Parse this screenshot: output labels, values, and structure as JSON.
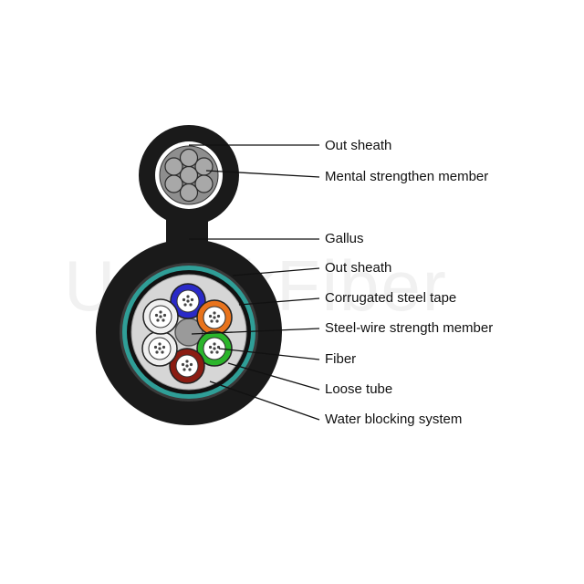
{
  "watermark": "UnitekFiber",
  "callouts": [
    {
      "id": "out-sheath-top",
      "label": "Out sheath"
    },
    {
      "id": "metal-strength-member",
      "label": "Mental strengthen member"
    },
    {
      "id": "gallus",
      "label": "Gallus"
    },
    {
      "id": "out-sheath",
      "label": "Out sheath"
    },
    {
      "id": "corrugated-steel-tape",
      "label": "Corrugated steel tape"
    },
    {
      "id": "steel-wire-strength-member",
      "label": "Steel-wire strength member"
    },
    {
      "id": "fiber",
      "label": "Fiber"
    },
    {
      "id": "loose-tube",
      "label": "Loose tube"
    },
    {
      "id": "water-blocking-system",
      "label": "Water blocking system"
    }
  ],
  "colors": {
    "sheath": "#1a1a1a",
    "armor_ring": "#2f9e97",
    "filler": "#d6d6d6",
    "tube_blue": "#2a2ac8",
    "tube_orange": "#e8731c",
    "tube_green": "#2bb52b",
    "tube_brown": "#8b1c12",
    "tube_white": "#f0f0f0",
    "center_member": "#9a9a9a"
  }
}
